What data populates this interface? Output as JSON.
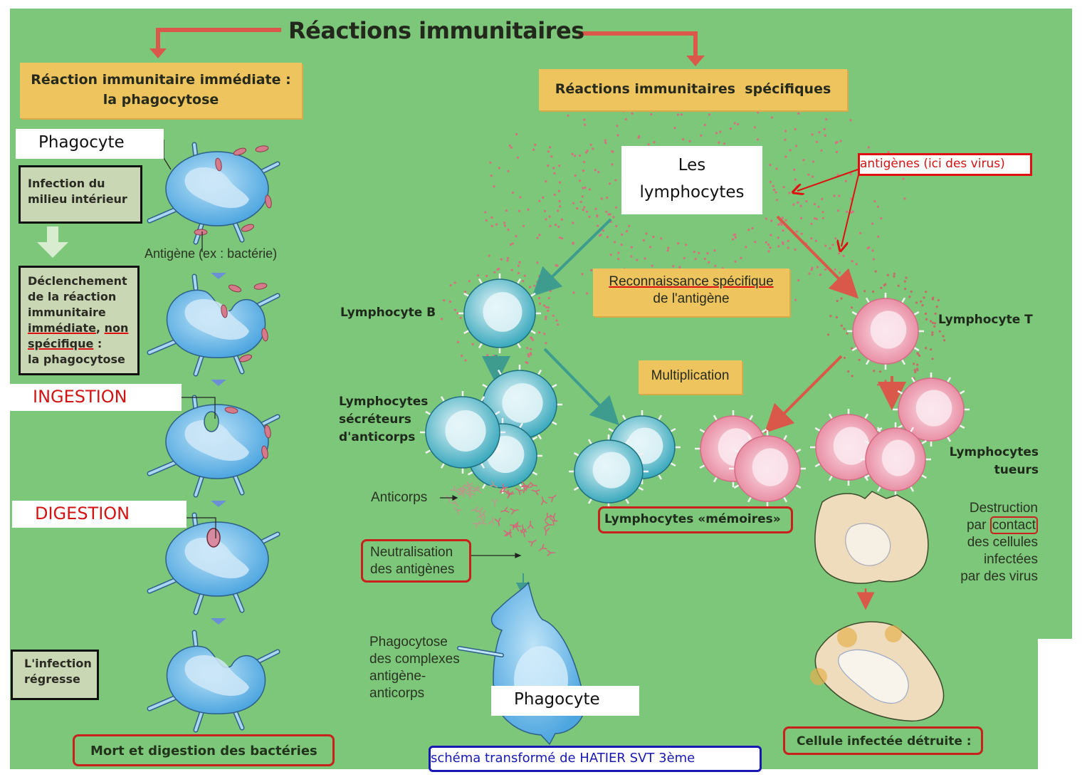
{
  "title": "Réactions immunitaires",
  "left": {
    "header": "Réaction immunitaire immédiate : la phagocytose",
    "header_line1": "Réaction immunitaire immédiate :",
    "header_line2": "la phagocytose",
    "phagocyte_label": "Phagocyte",
    "infection_box": [
      "Infection du",
      "milieu intérieur"
    ],
    "antigen_label": "Antigène (ex : bactérie)",
    "trigger_box": {
      "line1": "Déclenchement",
      "line2": "de la réaction",
      "line3": "immunitaire",
      "immediate": "immédiate",
      "comma": ", ",
      "non": "non",
      "specifique": "spécifique",
      "colon": " :",
      "line6": "la phagocytose"
    },
    "ingestion_label": "INGESTION",
    "digestion_label": "DIGESTION",
    "regresse_box": [
      "L'infection",
      "régresse"
    ],
    "result_box": "Mort et digestion des bactéries"
  },
  "right": {
    "header": "Réactions immunitaires  spécifiques",
    "lymphocytes_label": [
      "Les",
      "lymphocytes"
    ],
    "antigens_label": "antigènes (ici des virus)",
    "recognition_box": {
      "line1": "Reconnaissance spécifique",
      "line2": "de l'antigène"
    },
    "multiplication_box": "Multiplication",
    "lymphocyte_b": "Lymphocyte B",
    "lymphocyte_t": "Lymphocyte T",
    "secretors": [
      "Lymphocytes",
      "sécréteurs",
      "d'anticorps"
    ],
    "anticorps_label": "Anticorps",
    "neutralisation": [
      "Neutralisation",
      "des antigènes"
    ],
    "phagocytose_complexes": [
      "Phagocytose",
      "des complexes",
      "antigène-",
      "anticorps"
    ],
    "phagocyte_label": "Phagocyte",
    "memory_box": "Lymphocytes «mémoires»",
    "killers": [
      "Lymphocytes",
      "tueurs"
    ],
    "destruction": {
      "line1": "Destruction",
      "par": "par ",
      "contact": "contact",
      "line3": "des cellules",
      "line4": "infectées",
      "line5": "par des virus"
    },
    "infected_destroyed_box": "Cellule infectée détruite :"
  },
  "credit": "schéma transformé de HATIER SVT 3ème",
  "colors": {
    "background_green": "#7dc77a",
    "header_yellow": "#eec45e",
    "annotation_red": "#d21414",
    "credit_blue": "#1818b4",
    "phagocyte_blue": "#6cb8ea",
    "lymphocyte_b_teal": "#4fb6c8",
    "lymphocyte_t_pink": "#ec8ea4",
    "infected_cell_beige": "#eedcbc"
  }
}
